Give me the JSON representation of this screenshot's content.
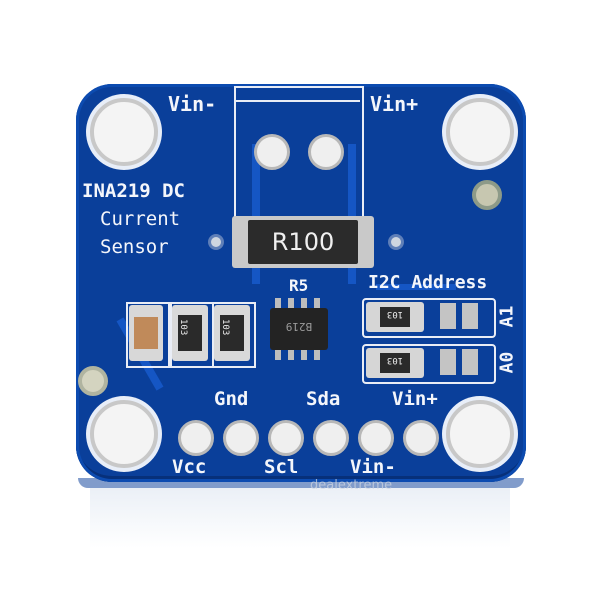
{
  "board": {
    "title_lines": [
      "INA219 DC",
      "Current",
      "Sensor"
    ],
    "top_labels": {
      "left": "Vin-",
      "right": "Vin+"
    },
    "shunt_resistor": {
      "marking": "R100",
      "designator": "R5"
    },
    "chip_marking": "B219",
    "i2c": {
      "label": "I2C Address",
      "jumpers": [
        "A1",
        "A0"
      ]
    },
    "resistor_codes": [
      "103",
      "103",
      "103",
      "103"
    ],
    "pins_top_labels": [
      "Gnd",
      "Sda",
      "Vin+"
    ],
    "pins_bottom_labels": [
      "Vcc",
      "Scl",
      "Vin-"
    ],
    "watermark": "dealextreme"
  },
  "colors": {
    "pcb": "#0a3f9a",
    "silkscreen": "#f4f6fb",
    "pad": "#efefef"
  }
}
